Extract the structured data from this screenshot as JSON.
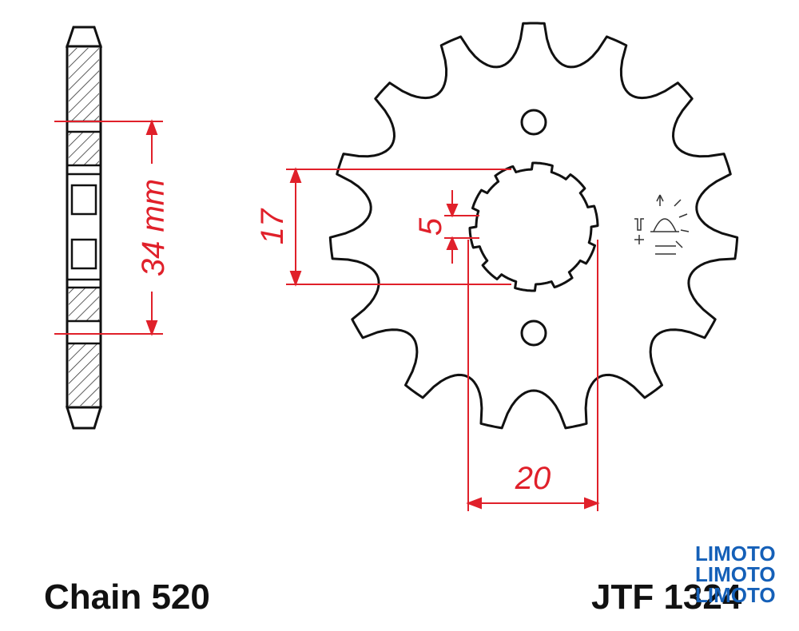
{
  "dimensions": {
    "chain_pitch_width": "34 mm",
    "spline_height": "17",
    "spline_width": "20",
    "key_width": "5"
  },
  "labels": {
    "chain": "Chain 520",
    "part_number": "JTF 1324"
  },
  "watermark": {
    "brand": "LIMOTO"
  },
  "colors": {
    "outline": "#111111",
    "dimension": "#e0202a",
    "watermark": "#1560b8",
    "hatch": "#333333"
  },
  "teeth": 15
}
